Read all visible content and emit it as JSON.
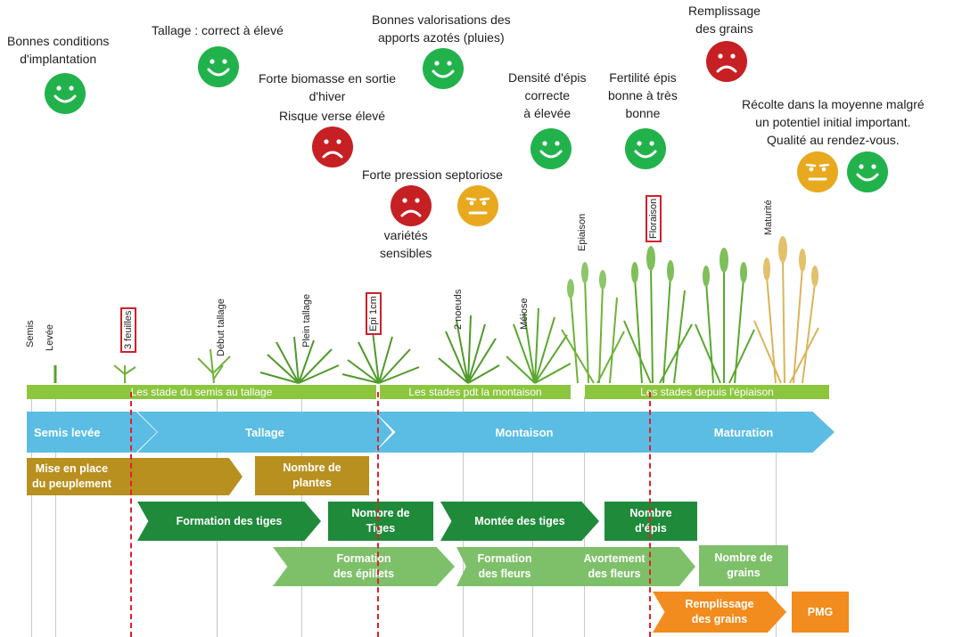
{
  "comments": {
    "implantation": "Bonnes conditions\nd'implantation",
    "tallage": "Tallage : correct à élevé",
    "biomasse": "Forte biomasse en sortie\nd'hiver",
    "verse": "Risque verse élevé",
    "septoriose": "Forte pression septoriose",
    "varietes": "variétés\nsensibles",
    "azote": "Bonnes valorisations des\napports azotés (pluies)",
    "densite": "Densité d'épis\ncorrecte\nà élevée",
    "fertilite": "Fertilité épis\nbonne à très\nbonne",
    "remplissage_top": "Remplissage\ndes grains",
    "recolte": "Récolte dans la moyenne malgré\nun potentiel initial important.\nQualité au rendez-vous."
  },
  "faces": [
    {
      "id": "implantation",
      "mood": "happy",
      "color": "#22b24c"
    },
    {
      "id": "tallage",
      "mood": "happy",
      "color": "#22b24c"
    },
    {
      "id": "azote",
      "mood": "happy",
      "color": "#22b24c"
    },
    {
      "id": "verse",
      "mood": "sad",
      "color": "#c62024"
    },
    {
      "id": "septoriose-red",
      "mood": "sad",
      "color": "#c62024"
    },
    {
      "id": "septoriose-orange",
      "mood": "neutral",
      "color": "#e8a91f"
    },
    {
      "id": "densite",
      "mood": "happy",
      "color": "#22b24c"
    },
    {
      "id": "fertilite",
      "mood": "happy",
      "color": "#22b24c"
    },
    {
      "id": "remplissage",
      "mood": "sad",
      "color": "#c62024"
    },
    {
      "id": "recolte-orange",
      "mood": "neutral",
      "color": "#e8a91f"
    },
    {
      "id": "recolte-green",
      "mood": "happy",
      "color": "#22b24c"
    }
  ],
  "stages": {
    "semis": "Semis",
    "levee": "Levée",
    "trois_feuilles": "3 feuilles",
    "debut_tallage": "Début tallage",
    "plein_tallage": "Plein tallage",
    "epi_1cm": "Epi 1cm",
    "deux_noeuds": "2 noeuds",
    "meiose": "Méiose",
    "epiaison": "Epiaison",
    "floraison": "Floraison",
    "maturite": "Maturité"
  },
  "bands": {
    "semis_tallage": "Les stade du semis au tallage",
    "montaison": "Les stades pdt la montaison",
    "epiaison": "Les stades depuis l'épiaison"
  },
  "phases": {
    "semis_levee": "Semis levée",
    "tallage": "Tallage",
    "montaison": "Montaison",
    "maturation": "Maturation"
  },
  "components": {
    "mise_en_place": "Mise en place\ndu peuplement",
    "nombre_plantes": "Nombre de\nplantes",
    "formation_tiges": "Formation des tiges",
    "nombre_tiges": "Nombre de\nTiges",
    "montee_tiges": "Montée des tiges",
    "nombre_epis": "Nombre\nd'épis",
    "formation_epillets": "Formation\ndes épillets",
    "formation_fleurs": "Formation\ndes fleurs",
    "avortement_fleurs": "Avortement\ndes fleurs",
    "nombre_grains": "Nombre de\ngrains",
    "remplissage_grains": "Remplissage\ndes grains",
    "pmg": "PMG"
  },
  "colors": {
    "green_face": "#22b24c",
    "red_face": "#c62024",
    "orange_face": "#e8a91f",
    "band": "#8cc63f",
    "phase_blue": "#5bbde3",
    "gold": "#b8901f",
    "dark_green": "#1f8a3a",
    "light_green": "#7ec06a",
    "orange": "#f28c1e"
  }
}
